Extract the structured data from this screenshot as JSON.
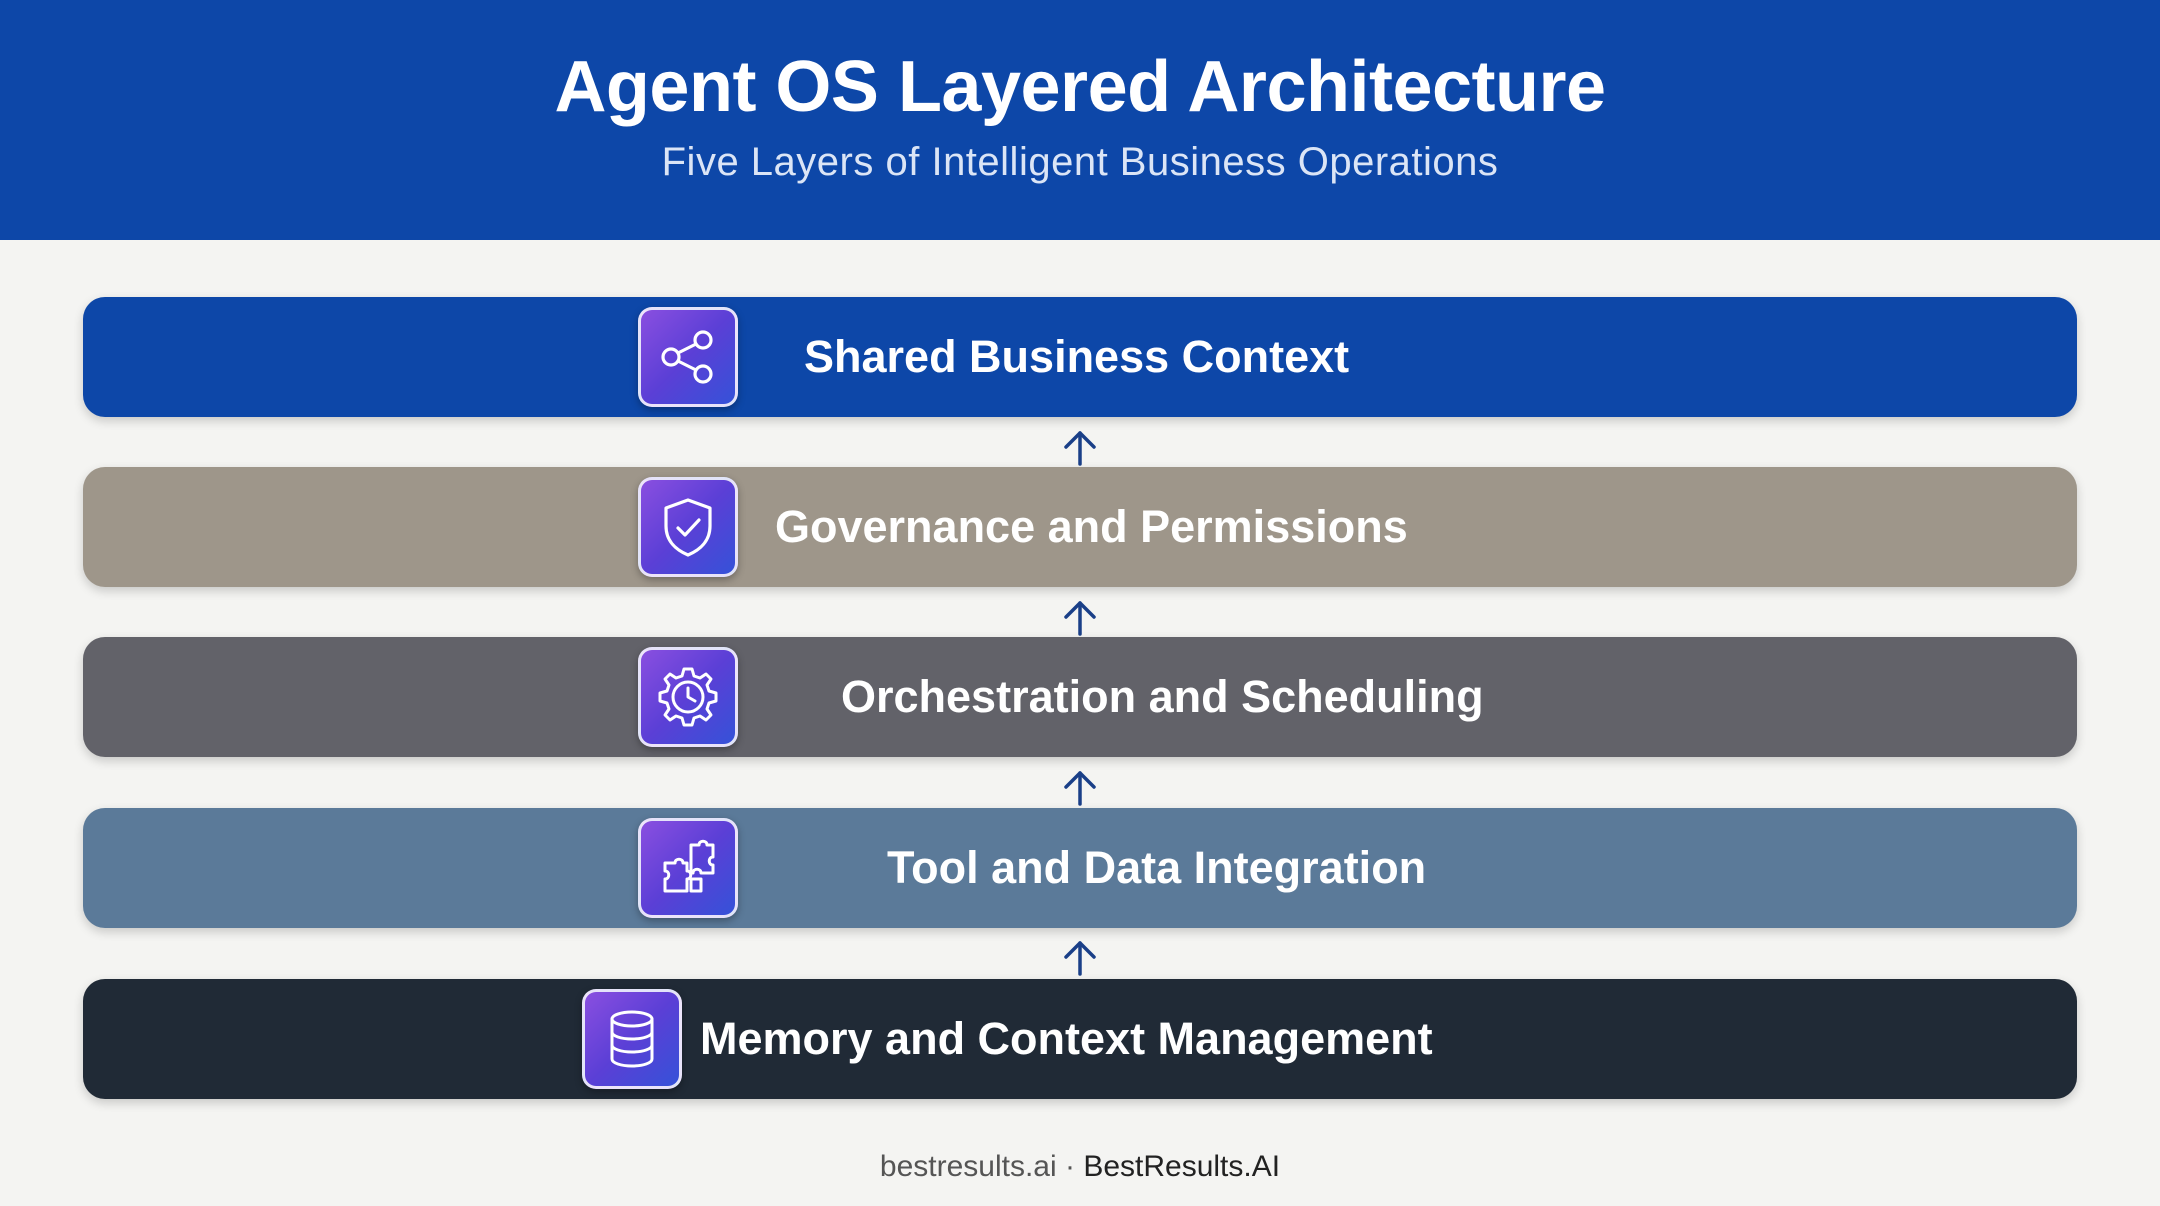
{
  "header": {
    "title": "Agent OS Layered Architecture",
    "subtitle": "Five Layers of Intelligent Business Operations"
  },
  "layers": [
    {
      "label": "Shared Business Context",
      "icon": "share-network-icon",
      "color": "#0d47a8"
    },
    {
      "label": "Governance and Permissions",
      "icon": "shield-check-icon",
      "color": "#9e968a"
    },
    {
      "label": "Orchestration and Scheduling",
      "icon": "gear-clock-icon",
      "color": "#626269"
    },
    {
      "label": "Tool and Data Integration",
      "icon": "puzzle-pieces-icon",
      "color": "#5b7a99"
    },
    {
      "label": "Memory and Context Management",
      "icon": "database-icon",
      "color": "#202a36"
    }
  ],
  "footer": {
    "domain": "bestresults.ai",
    "separator": " · ",
    "brand": "BestResults.AI"
  }
}
